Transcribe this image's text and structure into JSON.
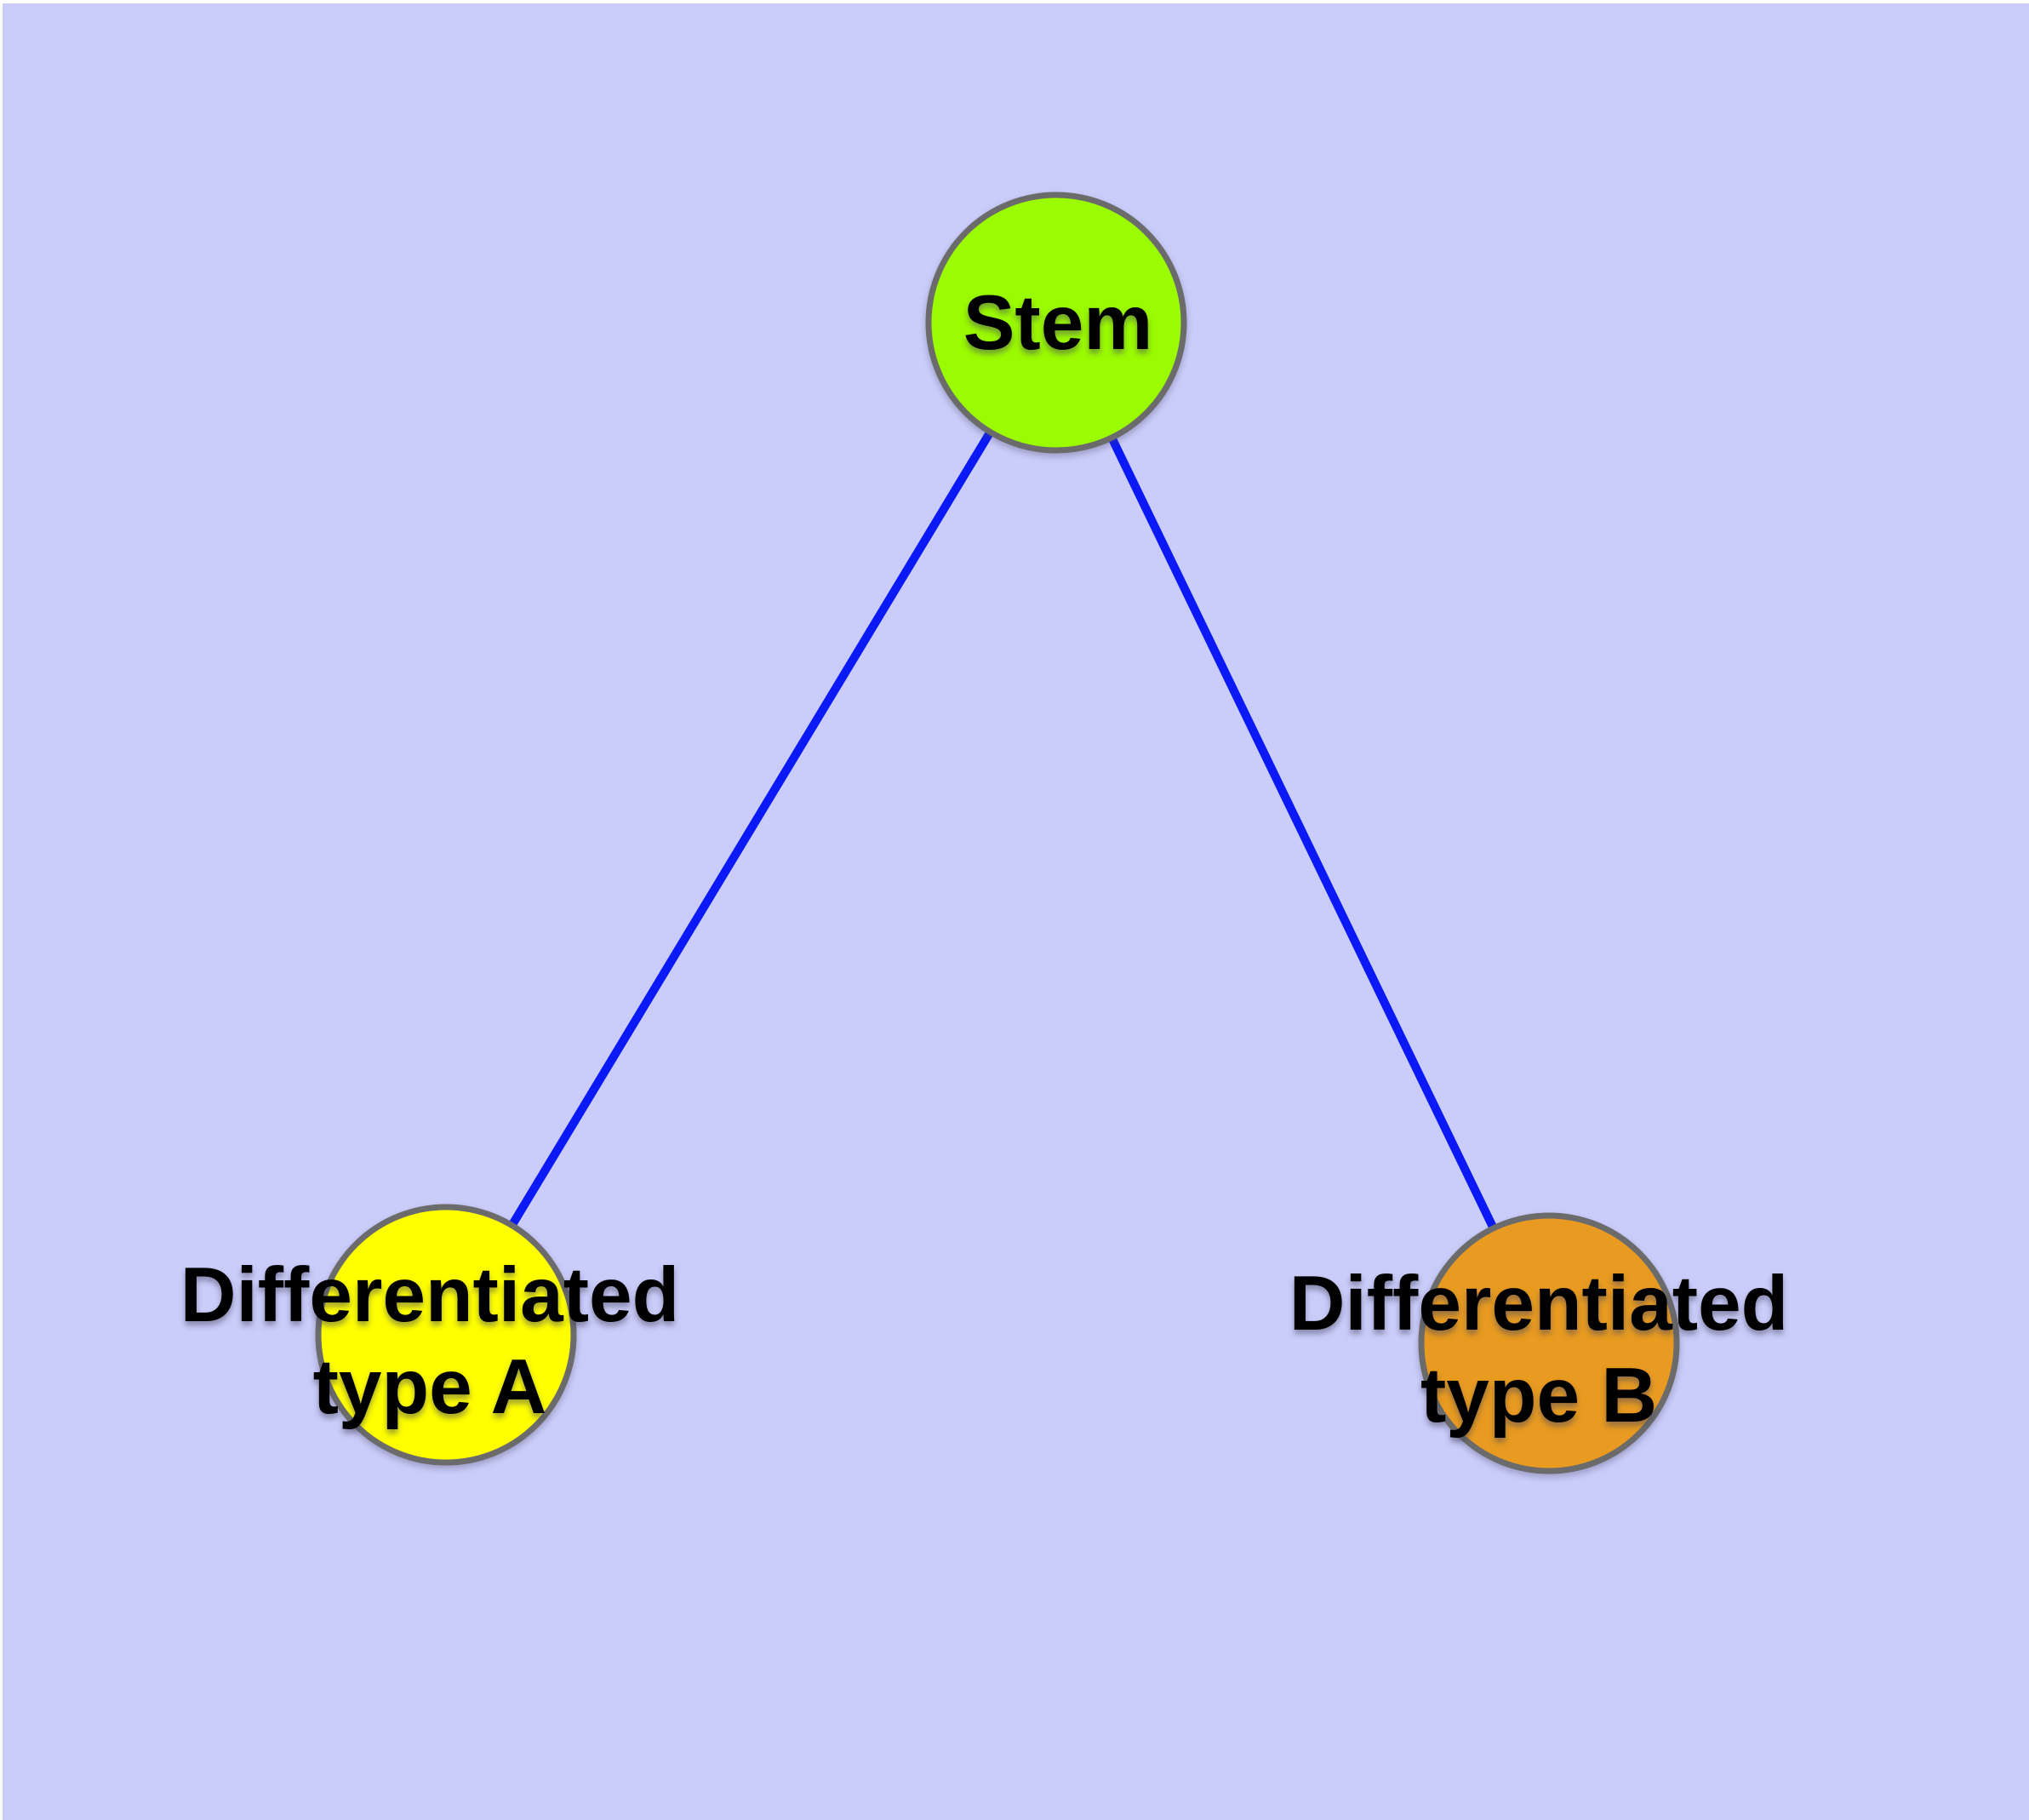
{
  "diagram": {
    "type": "node-link-graph",
    "background_color": "#cacdfa",
    "edge_color": "#0a19f5",
    "node_border_color": "#6b6b6b",
    "text_color": "#000000",
    "nodes": [
      {
        "id": "stem",
        "label": "Stem",
        "color": "#9bfb00",
        "shape": "circle"
      },
      {
        "id": "diff-a",
        "label": "Differentiated\ntype A",
        "color": "#ffff00",
        "shape": "circle"
      },
      {
        "id": "diff-b",
        "label": "Differentiated\ntype B",
        "color": "#e89b20",
        "shape": "circle"
      }
    ],
    "edges": [
      {
        "from": "stem",
        "to": "diff-a"
      },
      {
        "from": "stem",
        "to": "diff-b"
      }
    ]
  }
}
